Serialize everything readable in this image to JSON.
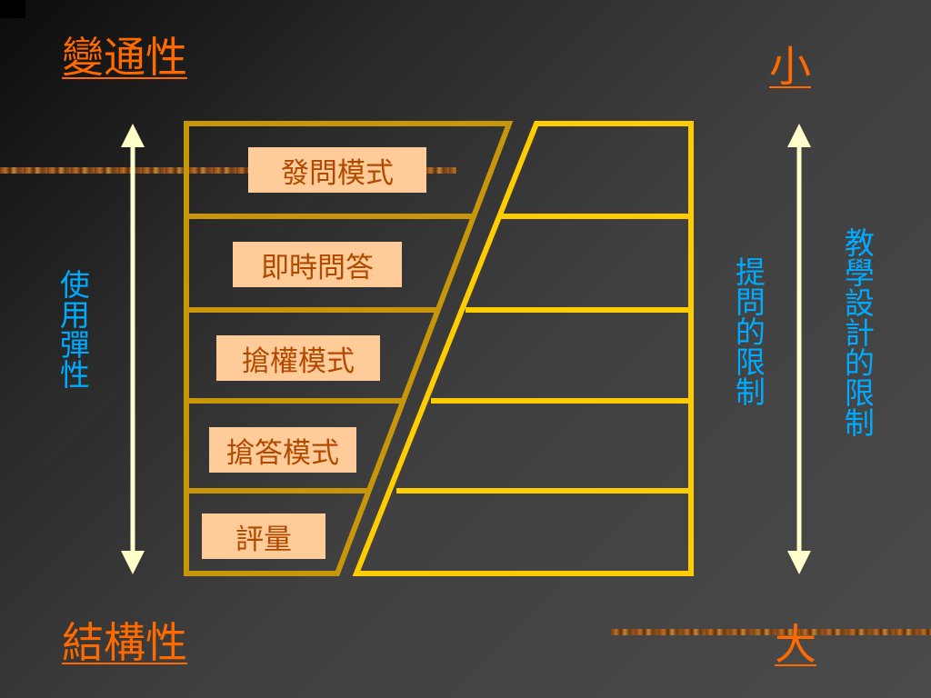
{
  "titles": {
    "top_left": "變通性",
    "bottom_left": "結構性",
    "top_right": "小",
    "bottom_right": "大"
  },
  "vertical_labels": {
    "left": "使用彈性",
    "middle": "提問的限制",
    "right": "教學設計的限制"
  },
  "modes": [
    "發問模式",
    "即時問答",
    "搶權模式",
    "搶答模式",
    "評量"
  ],
  "colors": {
    "background": "#2b2b2b",
    "accent_orange": "#ff6a00",
    "label_blue": "#00aaff",
    "frame_gold": "#c8960a",
    "frame_yellow": "#ffcc00",
    "box_fill": "#ffcc99",
    "box_text": "#b14a00",
    "arrow_color": "#ffffcc"
  }
}
